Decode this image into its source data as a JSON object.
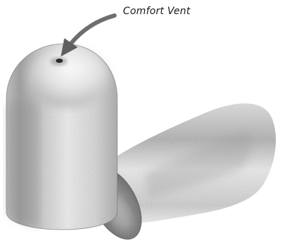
{
  "callout": {
    "label": "Comfort Vent"
  },
  "illustration": {
    "subject": "earplug",
    "items": [
      {
        "name": "upright-earplug",
        "has_vent": true
      },
      {
        "name": "lying-earplug",
        "has_vent": false
      }
    ]
  },
  "colors": {
    "background": "#ffffff",
    "shading_dark": "#8a8a8a",
    "shading_light": "#f2f2f2",
    "arrow": "#6e6e6e",
    "label": "#1a1a1a"
  }
}
